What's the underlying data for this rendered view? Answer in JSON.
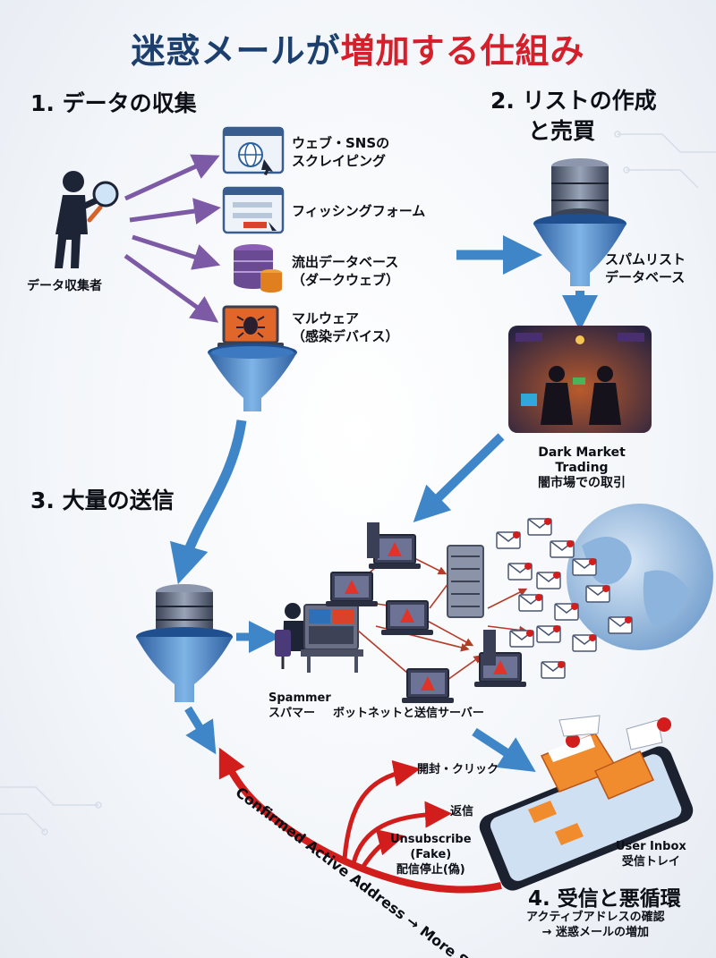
{
  "title": {
    "part1": "迷惑メールが",
    "part2": "増加する仕組み"
  },
  "steps": {
    "s1": "1. データの収集",
    "s2_line1": "2. リストの作成",
    "s2_line2": "と売買",
    "s3": "3. 大量の送信",
    "s4": "4. 受信と悪循環"
  },
  "collector_label": "データ収集者",
  "sources": [
    {
      "line1": "ウェブ・SNSの",
      "line2": "スクレイピング",
      "icon": "web-scraping-icon"
    },
    {
      "line1": "フィッシングフォーム",
      "line2": "",
      "icon": "phishing-form-icon"
    },
    {
      "line1": "流出データベース",
      "line2": "（ダークウェブ）",
      "icon": "leaked-database-icon"
    },
    {
      "line1": "マルウェア",
      "line2": "（感染デバイス）",
      "icon": "malware-icon"
    }
  ],
  "spam_list_db": {
    "line1": "スパムリスト",
    "line2": "データベース"
  },
  "dark_market": {
    "line1": "Dark Market Trading",
    "line2": "闇市場での取引"
  },
  "spammer": {
    "line1": "Spammer",
    "line2": "スパマー"
  },
  "botnet_label": "ボットネットと送信サーバー",
  "inbox": {
    "line1": "User Inbox",
    "line2": "受信トレイ"
  },
  "reactions": {
    "open_click": "開封・クリック",
    "reply": "返信",
    "unsub_line1": "Unsubscribe",
    "unsub_line2": "(Fake)",
    "unsub_line3": "配信停止(偽)"
  },
  "loop_text": "Confirmed Active Address → More Spam",
  "step4_desc": {
    "line1": "アクティブアドレスの確認",
    "line2": "→ 迷惑メールの増加"
  },
  "colors": {
    "title_blue": "#1c3f6e",
    "title_red": "#d4202b",
    "purple_arrow": "#7d5aa6",
    "blue_arrow": "#3f86c8",
    "loop_red": "#d21d1d"
  }
}
